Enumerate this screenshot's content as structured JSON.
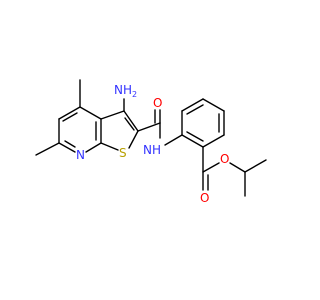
{
  "molecule": {
    "atoms": {
      "amine_n": "NH",
      "amine_h": "2",
      "amide_o": "O",
      "amide_nh": "NH",
      "ring_n": "N",
      "ring_s": "S",
      "ester_o_carbonyl": "O",
      "ester_o_alkoxy": "O"
    },
    "colors": {
      "nitrogen": "#3333ff",
      "oxygen": "#ff0000",
      "sulfur": "#b8a000",
      "bond": "#000000"
    }
  }
}
